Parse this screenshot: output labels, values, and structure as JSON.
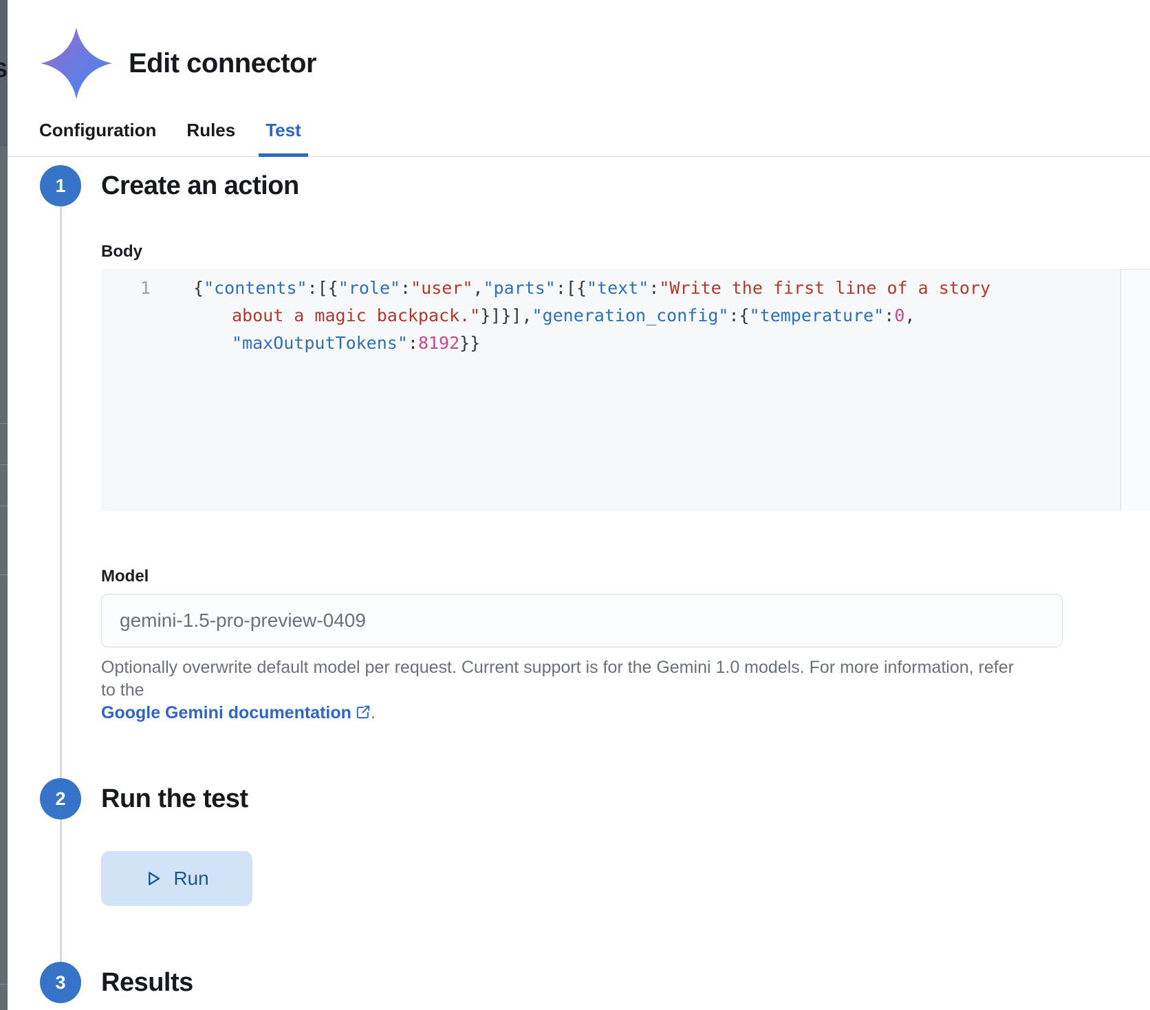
{
  "background": {
    "clipped_letter": "S"
  },
  "header": {
    "title": "Edit connector",
    "icon": "gemini-sparkle-icon",
    "tabs": [
      {
        "label": "Configuration",
        "active": false
      },
      {
        "label": "Rules",
        "active": false
      },
      {
        "label": "Test",
        "active": true
      }
    ]
  },
  "steps": {
    "step1": {
      "number": "1",
      "title": "Create an action"
    },
    "step2": {
      "number": "2",
      "title": "Run the test"
    },
    "step3": {
      "number": "3",
      "title": "Results"
    }
  },
  "body_field": {
    "label": "Body",
    "line_number": "1",
    "code_text": "{\"contents\":[{\"role\":\"user\",\"parts\":[{\"text\":\"Write the first line of a story about a magic backpack.\"}]}],\"generation_config\":{\"temperature\":0,\"maxOutputTokens\":8192}}",
    "code_lines": [
      {
        "wrapped": false,
        "tokens": [
          [
            "p",
            "{"
          ],
          [
            "k",
            "\"contents\""
          ],
          [
            "p",
            ":[{"
          ],
          [
            "k",
            "\"role\""
          ],
          [
            "p",
            ":"
          ],
          [
            "s",
            "\"user\""
          ],
          [
            "p",
            ","
          ],
          [
            "k",
            "\"parts\""
          ],
          [
            "p",
            ":[{"
          ],
          [
            "k",
            "\"text\""
          ],
          [
            "p",
            ":"
          ],
          [
            "s",
            "\"Write the first line of a story"
          ]
        ]
      },
      {
        "wrapped": true,
        "tokens": [
          [
            "s",
            "about a magic backpack.\""
          ],
          [
            "p",
            "}]}],"
          ],
          [
            "k",
            "\"generation_config\""
          ],
          [
            "p",
            ":{"
          ],
          [
            "k",
            "\"temperature\""
          ],
          [
            "p",
            ":"
          ],
          [
            "n",
            "0"
          ],
          [
            "p",
            ","
          ]
        ]
      },
      {
        "wrapped": true,
        "tokens": [
          [
            "k",
            "\"maxOutputTokens\""
          ],
          [
            "p",
            ":"
          ],
          [
            "n",
            "8192"
          ],
          [
            "p",
            "}}"
          ]
        ]
      }
    ]
  },
  "model_field": {
    "label": "Model",
    "placeholder": "gemini-1.5-pro-preview-0409",
    "help_text": "Optionally overwrite default model per request. Current support is for the Gemini 1.0 models. For more information, refer to the",
    "help_link_label": "Google Gemini documentation",
    "help_suffix": "."
  },
  "run_section": {
    "run_button_label": "Run",
    "run_button_icon": "play-icon"
  },
  "colors": {
    "primary_blue": "#2d67c2",
    "step_circle_blue": "#3574c6",
    "code_background": "#f7f8fa",
    "code_key": "#2e70b8",
    "code_string": "#b2392e",
    "code_number": "#c64a8b",
    "run_button_bg": "#d3e3f6",
    "run_button_text": "#1d559c",
    "muted_text": "#69707d",
    "border": "#d3dae6",
    "gemini_gradient_start": "#a36ccc",
    "gemini_gradient_end": "#4286f2"
  }
}
